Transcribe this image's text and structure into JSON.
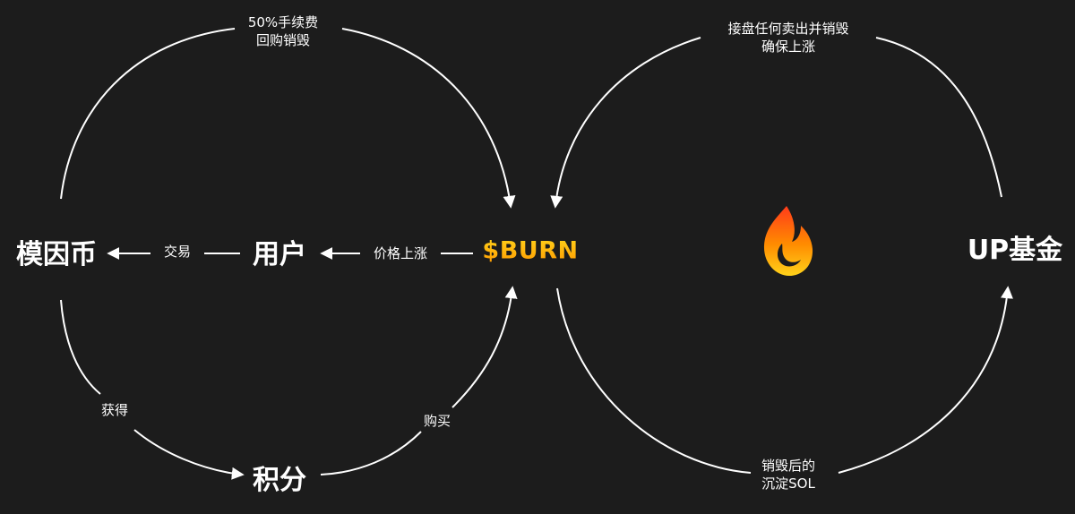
{
  "nodes": {
    "memecoin": "模因币",
    "user": "用户",
    "burn_token": "$BURN",
    "points": "积分",
    "up_fund": "UP基金"
  },
  "edges": {
    "trade": "交易",
    "price_rise": "价格上涨",
    "fee_buyback_line1": "50%手续费",
    "fee_buyback_line2": "回购销毁",
    "earn": "获得",
    "buy": "购买",
    "absorb_line1": "接盘任何卖出并销毁",
    "absorb_line2": "确保上涨",
    "burned_sol_line1": "销毁后的",
    "burned_sol_line2": "沉淀SOL"
  },
  "logo": {
    "name": "flame-icon",
    "colors": [
      "#ff3b1a",
      "#ff8c00",
      "#ffd21a"
    ]
  },
  "colors": {
    "background": "#1c1c1c",
    "burn_accent": "#ffb000",
    "arrow": "#ffffff"
  }
}
